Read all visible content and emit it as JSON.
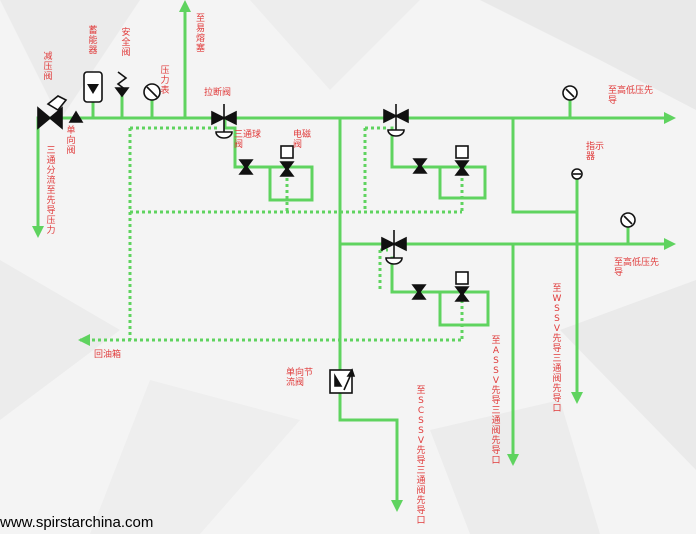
{
  "colors": {
    "pipe": "#5fd35f",
    "label": "#e03a3a",
    "symbol": "#111111"
  },
  "labels": {
    "pressure_reducing_valve": "减压阀",
    "accumulator": "蓄能器",
    "safety_valve": "安全阀",
    "pressure_gauge": "压力表",
    "to_trip_plug": "至易熔塞",
    "check_valve": "单向阀",
    "three_way_supply": "三通分流至先导压力",
    "trip_valve": "拉断阀",
    "three_way_ball_valve": "三通球阀",
    "solenoid_valve": "电磁阀",
    "to_hp_lp_pilot_top": "至高低压先导",
    "indicator": "指示器",
    "to_hp_lp_pilot_mid": "至高低压先导",
    "to_wssv": "至WSSV先导三通阀先导口",
    "to_assv": "至ASSV先导三通阀先导口",
    "to_scssv": "至SCSSV先导三通阀先导口",
    "return_tank": "回油箱",
    "check_throttle_valve": "单向节流阀"
  },
  "watermark": "www.spirstarchina.com"
}
